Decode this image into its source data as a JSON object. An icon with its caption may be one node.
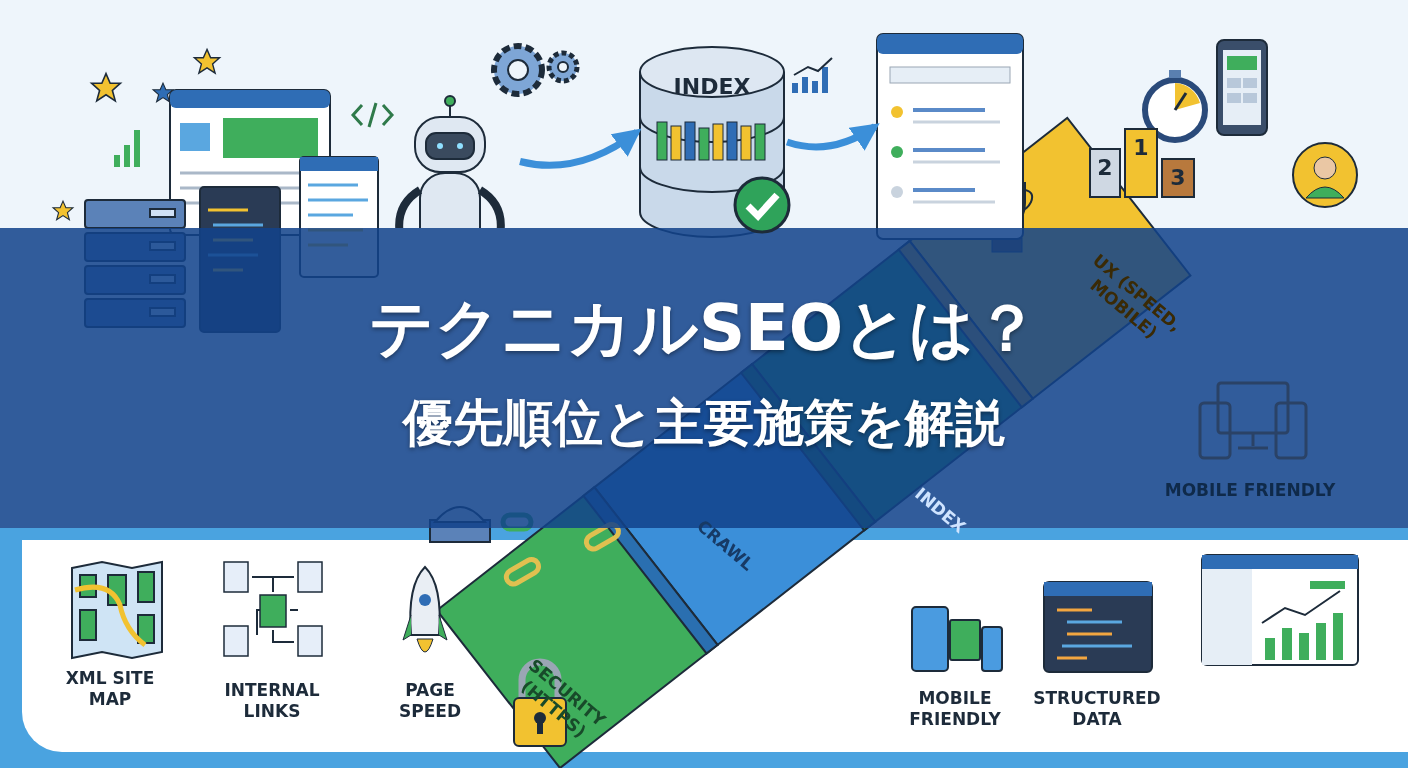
{
  "diagram": {
    "title": "テクニカルSEOとは？",
    "caption": "優先順位と主要施策を解説",
    "nodes": [
      {
        "text": [],
        "shape": "picture"
      },
      {
        "text": [
          "INDEX"
        ]
      },
      {
        "text": [],
        "shape": "picture"
      }
    ],
    "edges": [
      {
        "from": 0,
        "to": 1,
        "arrow": "to"
      },
      {
        "from": 1,
        "to": 2,
        "arrow": "to"
      }
    ],
    "labels": [
      "SECURITY (HTTPS)",
      "CRAWL",
      "INDEX",
      "UX (SPEED, MOBILE)",
      "2",
      "1",
      "3",
      "MOBILE FRIENDLY",
      "XML SITE MAP",
      "INTERNAL LINKS",
      "PAGE SPEED",
      "MOBILE FRIENDLY",
      "STRUCTURED DATA"
    ]
  }
}
